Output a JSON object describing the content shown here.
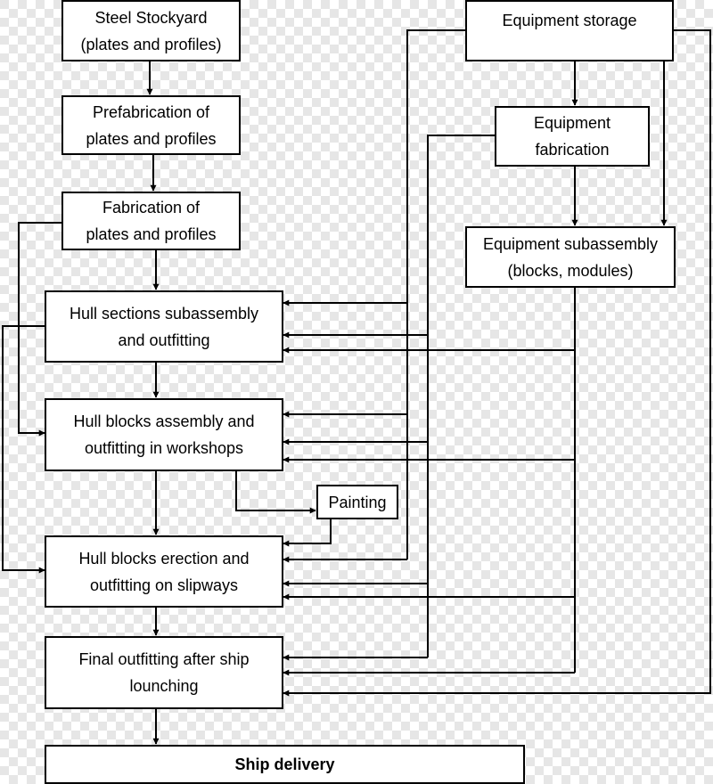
{
  "nodes": {
    "steel_stockyard": "Steel Stockyard\n(plates and profiles)",
    "prefabrication": "Prefabrication of\nplates and profiles",
    "fabrication": "Fabrication of\nplates and profiles",
    "hull_sections": "Hull sections subassembly\nand outfitting",
    "hull_blocks_assembly": "Hull blocks assembly and\noutfitting in workshops",
    "painting": "Painting",
    "hull_blocks_erection": "Hull blocks erection and\noutfitting on slipways",
    "final_outfitting": "Final outfitting after ship\nlounching",
    "ship_delivery": "Ship delivery",
    "equipment_storage": "Equipment storage",
    "equipment_fabrication": "Equipment\nfabrication",
    "equipment_subassembly": "Equipment subassembly\n(blocks, modules)"
  },
  "style": {
    "line_color": "#000000",
    "box_border": "#000000",
    "box_fill": "#ffffff"
  }
}
